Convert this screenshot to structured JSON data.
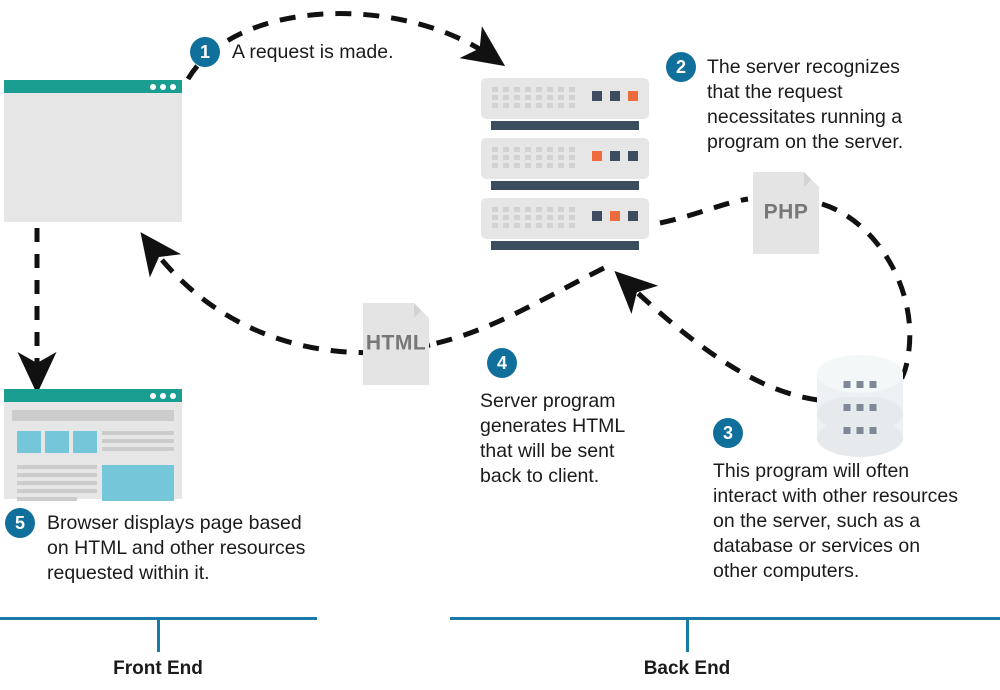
{
  "diagram": {
    "title": "Front End / Back End request flow",
    "colors": {
      "badge_blue": "#10709b",
      "rule_blue": "#1a79ab",
      "browser_teal": "#1a9e91",
      "server_dark": "#3d4d60",
      "led_orange": "#ef6a3c",
      "page_accent": "#74c6d8",
      "panel_grey": "#e6e6e6"
    }
  },
  "steps": [
    {
      "number": "1",
      "text": "A request is made."
    },
    {
      "number": "2",
      "text": "The server recognizes\nthat the request\nnecessitates running a\nprogram on the server."
    },
    {
      "number": "3",
      "text": "This program will often\ninteract with other resources\non the server, such as a\ndatabase or services on\nother computers."
    },
    {
      "number": "4",
      "text": "Server program\ngenerates HTML\nthat will be sent\nback to client."
    },
    {
      "number": "5",
      "text": "Browser displays page based\non HTML and other resources\nrequested within it."
    }
  ],
  "files": [
    {
      "label": "HTML"
    },
    {
      "label": "PHP"
    }
  ],
  "zones": [
    {
      "label": "Front End"
    },
    {
      "label": "Back End"
    }
  ],
  "nodes": {
    "browser_request": "browser-window-empty",
    "browser_rendered": "browser-window-rendered",
    "server": "server-rack",
    "database": "database-cylinder"
  }
}
